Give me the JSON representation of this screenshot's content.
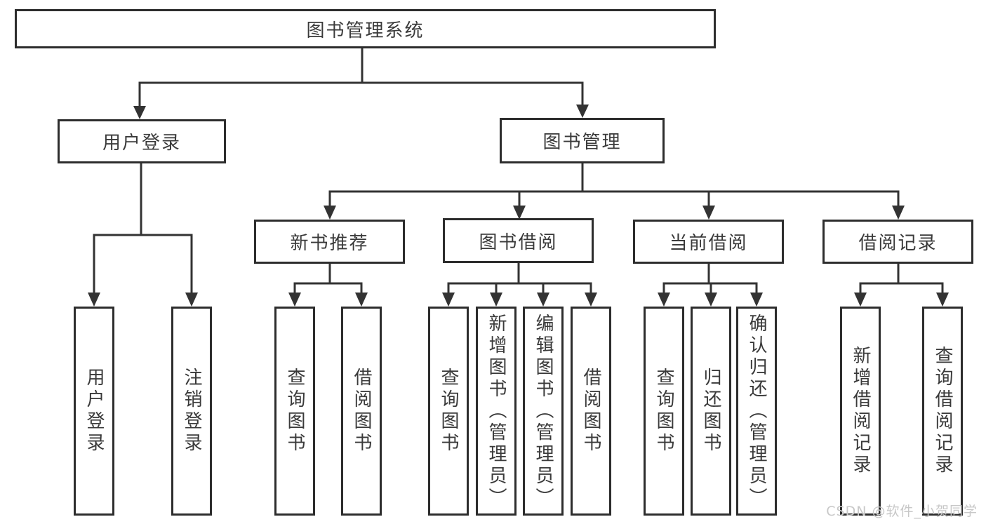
{
  "colors": {
    "background": "#ffffff",
    "line": "#333333",
    "box_border": "#2d2d2d",
    "text": "#3a3a3a",
    "watermark": "#c8c8c8"
  },
  "tree": {
    "root": {
      "label": "图书管理系统",
      "children": [
        {
          "label": "用户登录",
          "children": [
            {
              "label": "用户登录"
            },
            {
              "label": "注销登录"
            }
          ]
        },
        {
          "label": "图书管理",
          "children": [
            {
              "label": "新书推荐",
              "children": [
                {
                  "label": "查询图书"
                },
                {
                  "label": "借阅图书"
                }
              ]
            },
            {
              "label": "图书借阅",
              "children": [
                {
                  "label": "查询图书"
                },
                {
                  "label": "新增图书（管理员）"
                },
                {
                  "label": "编辑图书（管理员）"
                },
                {
                  "label": "借阅图书"
                }
              ]
            },
            {
              "label": "当前借阅",
              "children": [
                {
                  "label": "查询图书"
                },
                {
                  "label": "归还图书"
                },
                {
                  "label": "确认归还（管理员）"
                }
              ]
            },
            {
              "label": "借阅记录",
              "children": [
                {
                  "label": "新增借阅记录"
                },
                {
                  "label": "查询借阅记录"
                }
              ]
            }
          ]
        }
      ]
    }
  },
  "watermark": {
    "text": "CSDN @软件_小贺同学"
  }
}
